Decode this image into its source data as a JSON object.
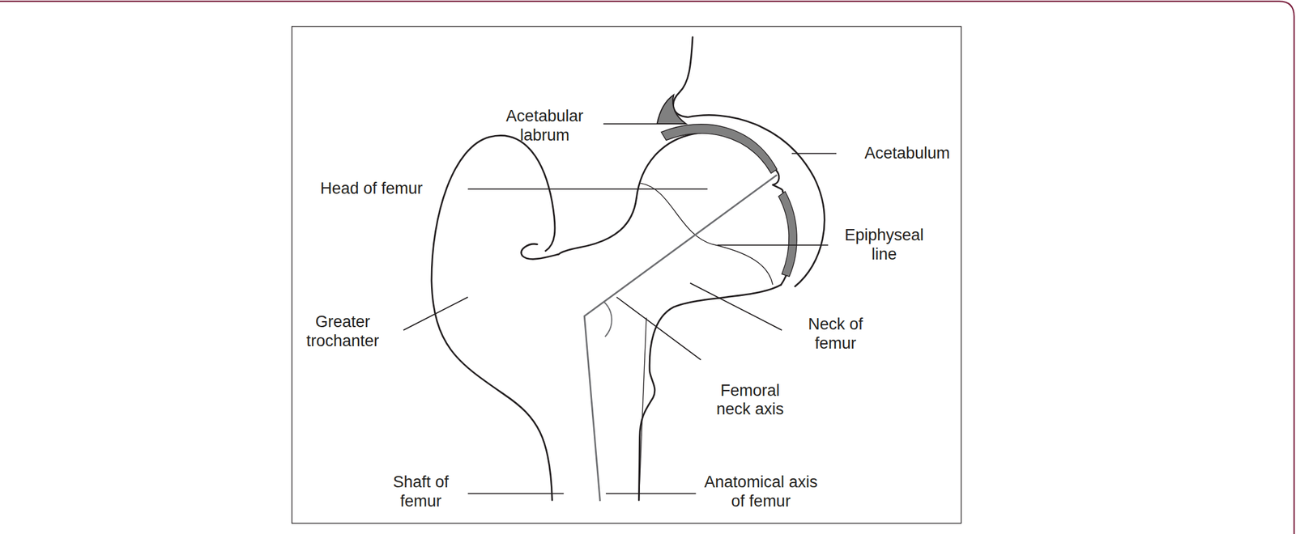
{
  "diagram": {
    "labels": [
      "Acetabular labrum",
      "Acetabulum",
      "Head of femur",
      "Epiphyseal line",
      "Greater trochanter",
      "Neck of femur",
      "Femoral neck axis",
      "Shaft of femur",
      "Anatomical axis of femur"
    ]
  }
}
